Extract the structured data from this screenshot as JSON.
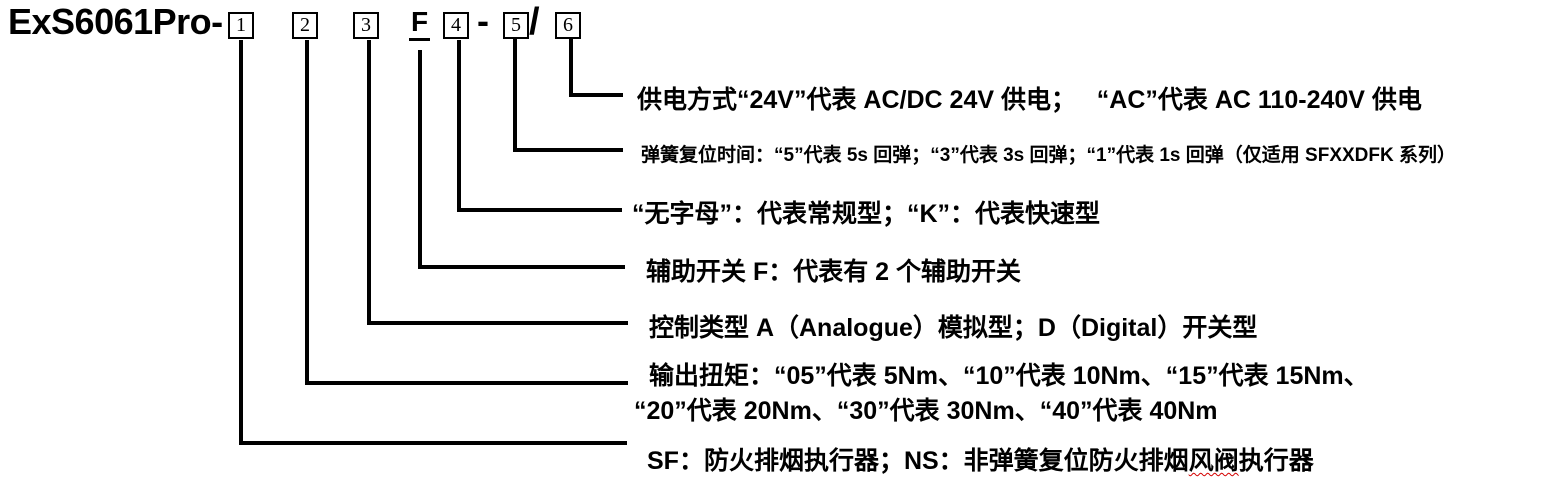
{
  "model_prefix": "ExS6061Pro-",
  "code": {
    "digits": [
      "1",
      "2",
      "3",
      "4",
      "5",
      "6"
    ],
    "aux_letter": "F",
    "dash": "-",
    "slash": "/"
  },
  "descriptions": {
    "power_supply": "供电方式“24V”代表 AC/DC 24V 供电；   “AC”代表 AC 110-240V 供电",
    "spring_return": "弹簧复位时间：“5”代表 5s 回弹；“3”代表 3s 回弹；“1”代表 1s 回弹（仅适用 SFXXDFK 系列）",
    "speed_type": "“无字母”：代表常规型；“K”：代表快速型",
    "aux_switch": "辅助开关 F：代表有 2 个辅助开关",
    "control_type": "控制类型 A（Analogue）模拟型；D（Digital）开关型",
    "torque_line1": "输出扭矩：“05”代表 5Nm、“10”代表 10Nm、“15”代表 15Nm、",
    "torque_line2": "“20”代表 20Nm、“30”代表 30Nm、“40”代表 40Nm",
    "series_pre": "SF：防火排烟执行器；NS：非弹簧复位防火排烟",
    "series_typo": "风阀",
    "series_post": "执行器"
  },
  "colors": {
    "text": "#000000",
    "background": "#ffffff",
    "spellcheck_underline": "#d40000"
  }
}
